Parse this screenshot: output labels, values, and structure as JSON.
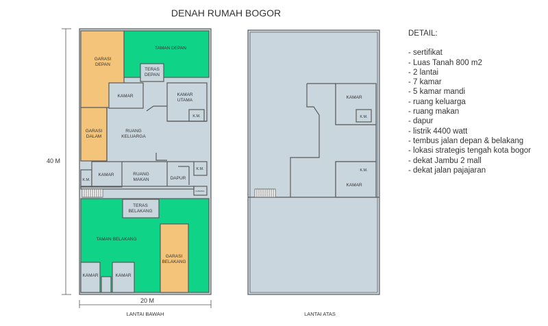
{
  "title": "DENAH RUMAH BOGOR",
  "dimensions": {
    "height": "40 M",
    "width": "20 M"
  },
  "floors": {
    "lower": {
      "caption": "LANTAI BAWAH",
      "rooms": {
        "garasi_depan": [
          "GARASI",
          "DEPAN"
        ],
        "taman_depan": [
          "TAMAN DEPAN"
        ],
        "teras_depan": [
          "TERAS",
          "DEPAN"
        ],
        "kamar_1": [
          "KAMAR"
        ],
        "kamar_utama": [
          "KAMAR",
          "UTAMA"
        ],
        "km_utama": [
          "K.M."
        ],
        "garasi_dalam": [
          "GARASI",
          "DALAM"
        ],
        "ruang_keluarga": [
          "RUANG",
          "KELUARGA"
        ],
        "km_kiri": [
          "K.M."
        ],
        "kamar_2": [
          "KAMAR"
        ],
        "ruang_makan": [
          "RUANG",
          "MAKAN"
        ],
        "dapur": [
          "DAPUR"
        ],
        "km_dapur": [
          "K.M."
        ],
        "gudang": [
          "GUDANG"
        ],
        "teras_belakang": [
          "TERAS",
          "BELAKANG"
        ],
        "taman_belakang": [
          "TAMAN BELAKANG"
        ],
        "garasi_belakang": [
          "GARASI",
          "BELAKANG"
        ],
        "kamar_3": [
          "KAMAR"
        ],
        "kamar_4": [
          "KAMAR"
        ]
      }
    },
    "upper": {
      "caption": "LANTAI ATAS",
      "rooms": {
        "kamar_top": [
          "KAMAR"
        ],
        "km_top": [
          "K.M."
        ],
        "km_bottom": [
          "K.M."
        ],
        "kamar_bottom": [
          "KAMAR"
        ]
      }
    }
  },
  "detail": {
    "heading": "DETAIL:",
    "items": [
      "- sertifikat",
      "- Luas Tanah 800 m2",
      "- 2 lantai",
      "- 7 kamar",
      "- 5 kamar mandi",
      "- ruang keluarga",
      "- ruang makan",
      "- dapur",
      "- listrik 4400 watt",
      "- tembus jalan depan & belakang",
      "- lokasi strategis tengah kota bogor",
      "- dekat Jambu 2 mall",
      "- dekat jalan pajajaran"
    ]
  },
  "colors": {
    "garage": "#f4c47a",
    "garden": "#0fd488",
    "room": "#c9d6de",
    "wall": "#5a5a5a",
    "text": "#333333"
  }
}
